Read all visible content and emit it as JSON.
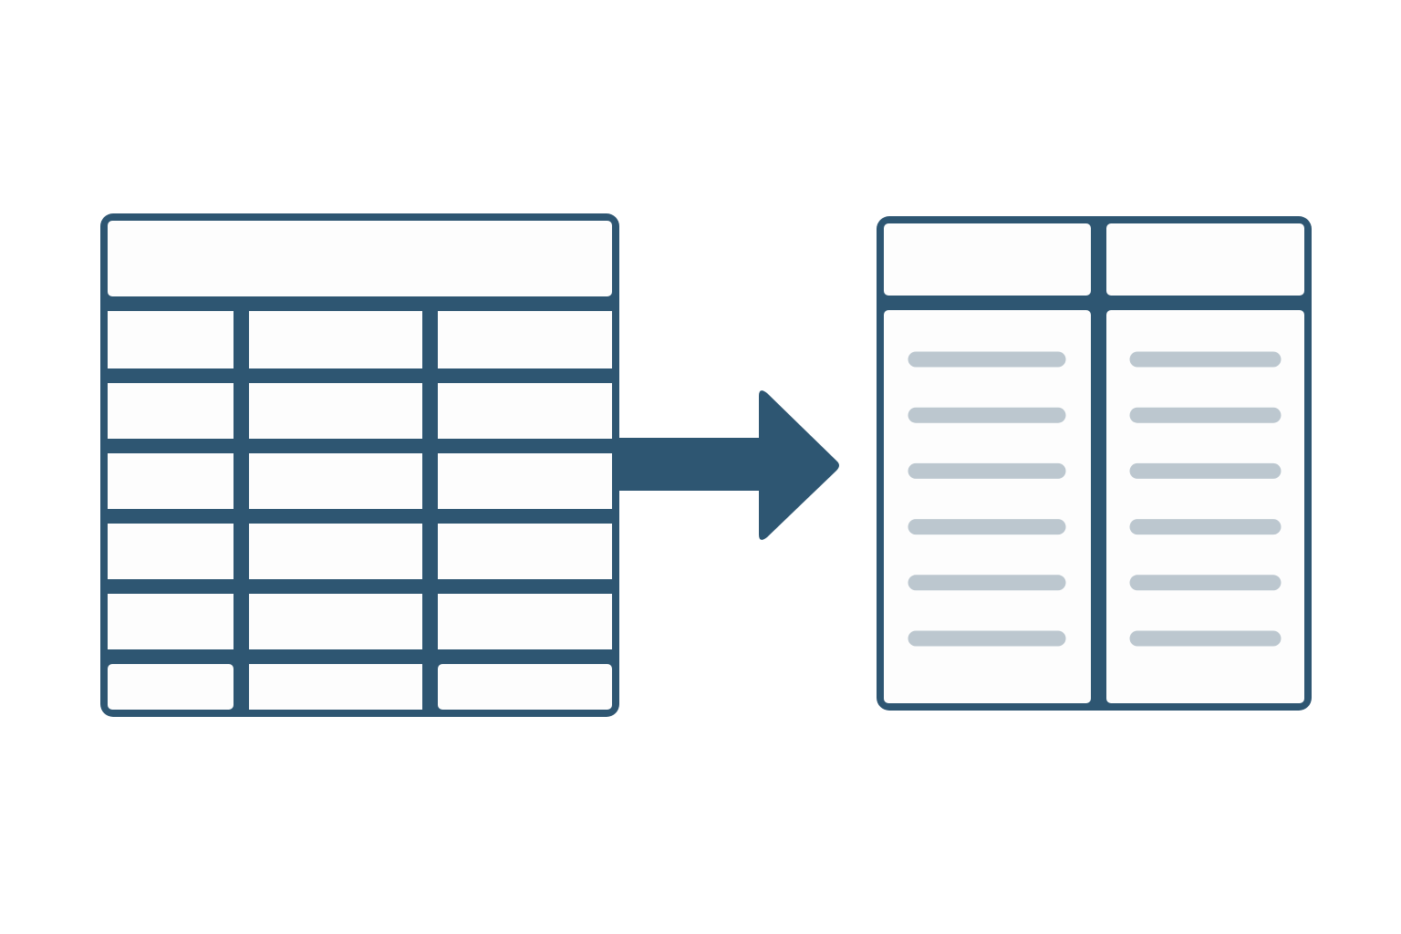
{
  "colors": {
    "background": "#ffffff",
    "stroke": "#2e5672",
    "cell_fill": "#fdfdfd",
    "placeholder_line": "#bcc7cf"
  },
  "source_table": {
    "icon": "wide-table-icon",
    "header_rows": 1,
    "body_rows": 6,
    "columns": 3
  },
  "arrow": {
    "icon": "right-arrow-icon",
    "direction": "right"
  },
  "target_table": {
    "icon": "two-column-table-icon",
    "header_rows": 1,
    "columns": 2,
    "placeholder_lines_per_column": 6
  }
}
